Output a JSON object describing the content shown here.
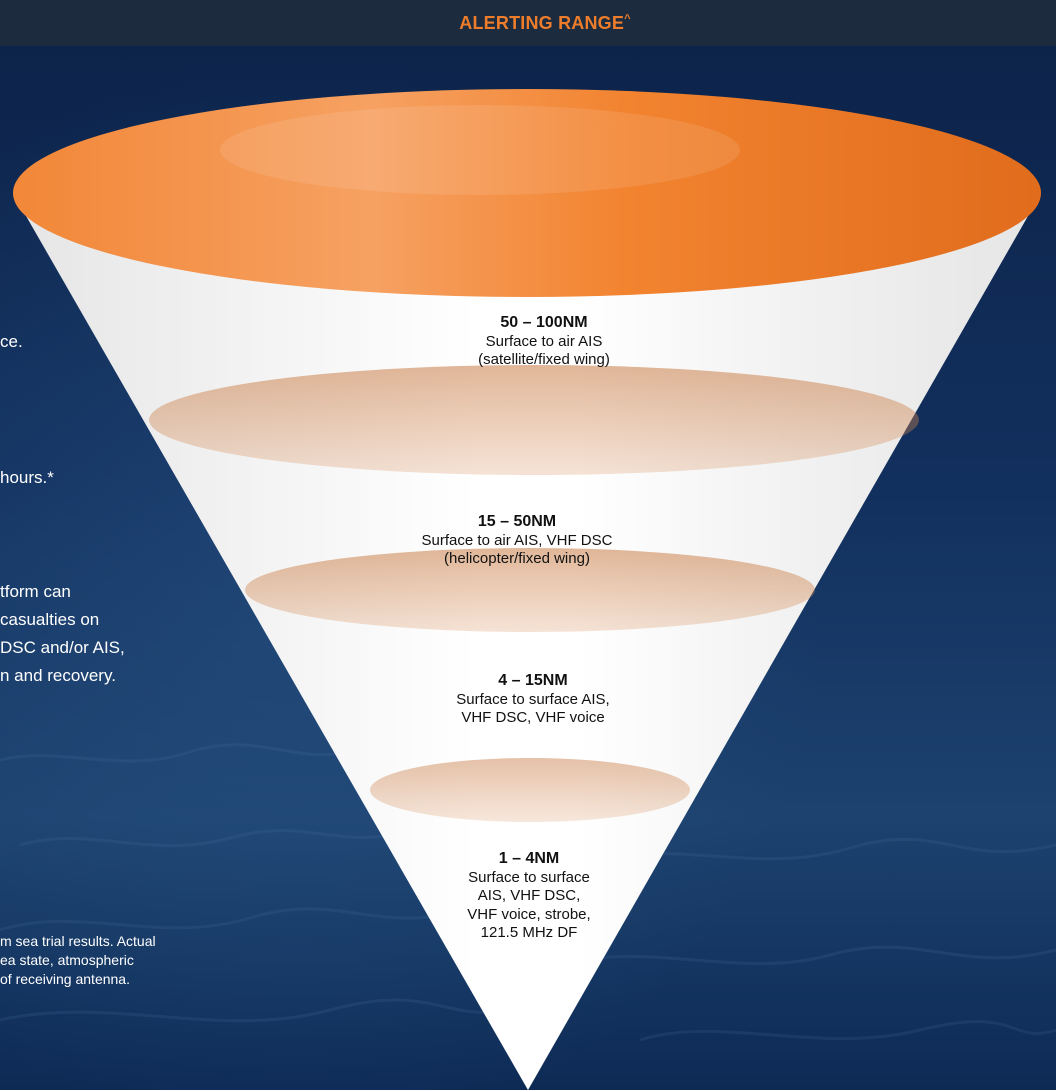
{
  "header": {
    "title": "ALERTING RANGE",
    "title_mark": "^"
  },
  "side_text": {
    "fragment_1": "ce.",
    "fragment_2": "hours.*",
    "paragraph_lines": [
      "tform can",
      "casualties on",
      "DSC and/or AIS,",
      "n and recovery."
    ]
  },
  "footnote_lines": [
    "m sea trial results. Actual",
    "ea state, atmospheric",
    "of receiving antenna."
  ],
  "zones": [
    {
      "range": "50 – 100NM",
      "lines": [
        "Surface to air AIS",
        "(satellite/fixed wing)"
      ]
    },
    {
      "range": "15 – 50NM",
      "lines": [
        "Surface to air AIS, VHF DSC",
        "(helicopter/fixed wing)"
      ]
    },
    {
      "range": "4 – 15NM",
      "lines": [
        "Surface to surface AIS,",
        "VHF DSC, VHF voice"
      ]
    },
    {
      "range": "1 – 4NM",
      "lines": [
        "Surface to surface",
        "AIS, VHF DSC,",
        "VHF voice, strobe,",
        "121.5 MHz DF"
      ]
    }
  ],
  "colors": {
    "accent": "#ee7d2b",
    "header_bg": "#1c2b3e",
    "sea_dark": "#0d2750",
    "cone_top": "#f07a22",
    "cone_tip": "#ffffff"
  }
}
